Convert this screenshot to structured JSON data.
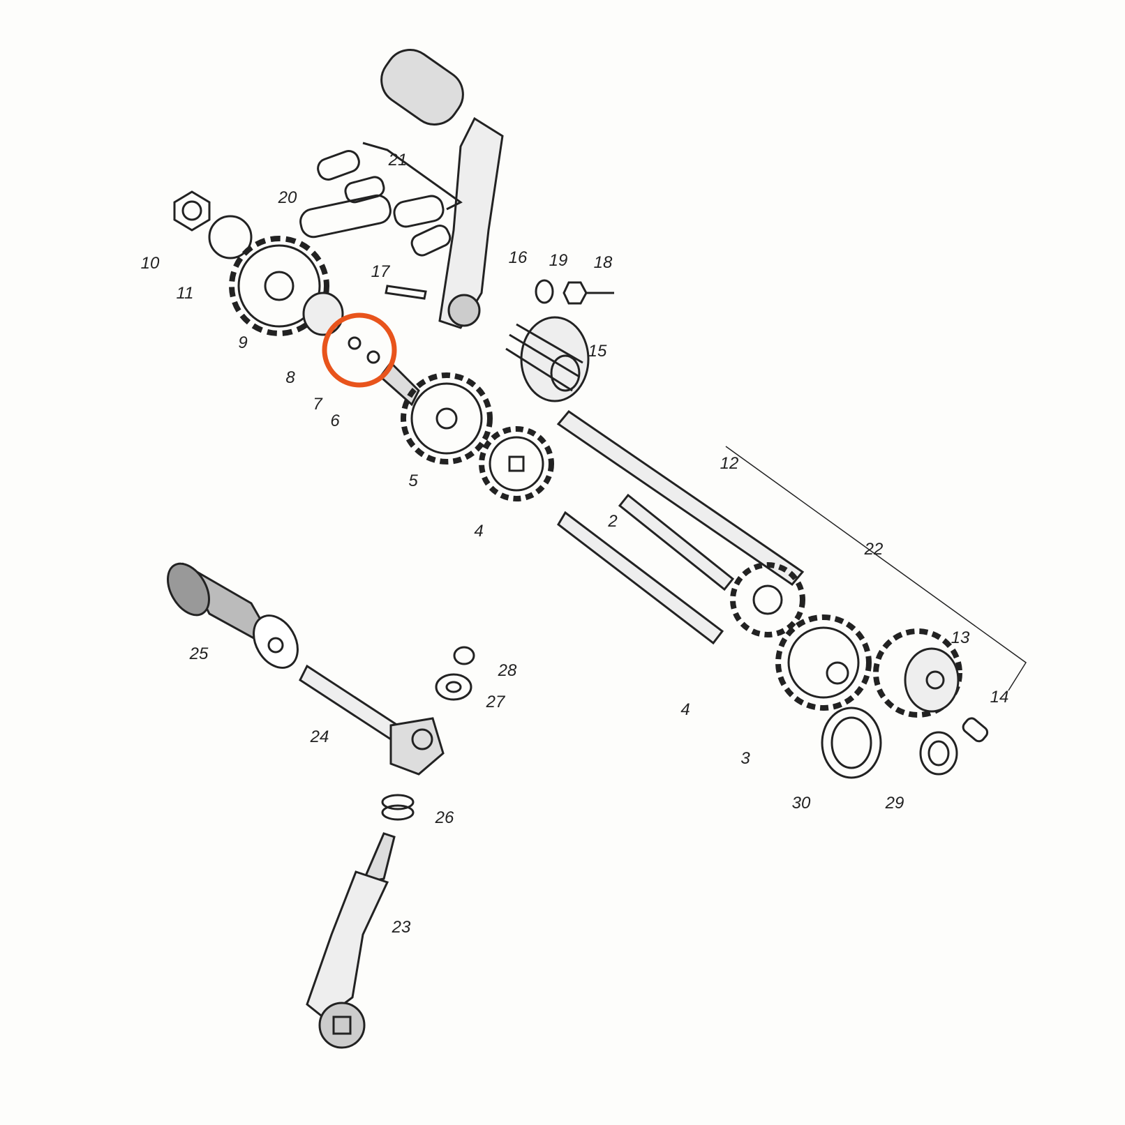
{
  "diagram": {
    "highlight_color": "#e8541c",
    "highlighted_parts": [
      "6",
      "7"
    ],
    "labels": [
      "21",
      "20",
      "10",
      "11",
      "9",
      "17",
      "16",
      "19",
      "18",
      "15",
      "8",
      "7",
      "6",
      "5",
      "12",
      "4",
      "2",
      "22",
      "25",
      "28",
      "27",
      "13",
      "14",
      "4",
      "3",
      "24",
      "30",
      "29",
      "26",
      "23"
    ]
  }
}
